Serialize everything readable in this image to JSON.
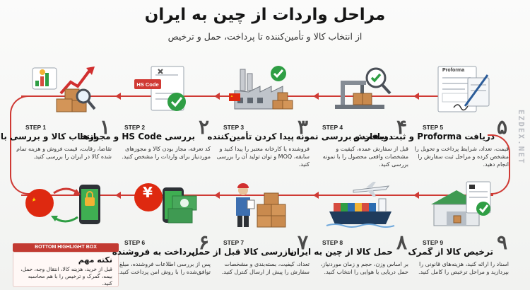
{
  "header": {
    "title": "مراحل واردات از چین به ایران",
    "subtitle": "از انتخاب کالا و تأمین‌کننده تا پرداخت، حمل و ترخیص"
  },
  "watermark": "EZDEX.NET",
  "colors": {
    "accent": "#cf3a34",
    "green": "#2f9e44",
    "box": "#c98a4e"
  },
  "steps": [
    {
      "number": "۱",
      "label": "STEP 1",
      "title": "انتخاب کالا و بررسی بازار",
      "desc": "تقاضا، رقابت، قیمت فروش و هزینه تمام شده کالا در ایران را بررسی کنید.",
      "icon": "market-research-icon"
    },
    {
      "number": "۲",
      "label": "STEP 2",
      "title": "بررسی HS Code و مجوزها",
      "desc": "کد تعرفه، مجاز بودن کالا و مجوزهای موردنیاز برای واردات را مشخص کنید.",
      "icon": "hs-code-document-icon",
      "badge": "HS Code"
    },
    {
      "number": "۳",
      "label": "STEP 3",
      "title": "پیدا کردن تأمین‌کننده",
      "desc": "فروشنده یا کارخانه معتبر را پیدا کنید و سابقه، MOQ و توان تولید آن را بررسی کنید.",
      "icon": "factory-icon"
    },
    {
      "number": "۴",
      "label": "STEP 4",
      "title": "دریافت و بررسی نمونه",
      "desc": "قبل از سفارش عمده، کیفیت و مشخصات واقعی محصول را با نمونه بررسی کنید.",
      "icon": "sample-inspection-icon"
    },
    {
      "number": "۵",
      "label": "STEP 5",
      "title": "دریافت Proforma و ثبت سفارش",
      "desc": "قیمت، تعداد، شرایط پرداخت و تحویل را مشخص کرده و مراحل ثبت سفارش را انجام دهید.",
      "icon": "proforma-invoice-icon",
      "doc_label": "Proforma"
    },
    {
      "number": "۶",
      "label": "STEP 6",
      "title": "پرداخت به فروشنده",
      "desc": "پس از بررسی اطلاعات فروشنده، مبلغ توافق‌شده را با روش امن پرداخت کنید.",
      "icon": "payment-icon",
      "currency": "¥"
    },
    {
      "number": "۷",
      "label": "STEP 7",
      "title": "بازرسی کالا قبل از حمل",
      "desc": "تعداد، کیفیت، بسته‌بندی و مشخصات سفارش را پیش از ارسال کنترل کنید.",
      "icon": "inspector-icon"
    },
    {
      "number": "۸",
      "label": "STEP 8",
      "title": "حمل کالا از چین به ایران",
      "desc": "بر اساس وزن، حجم و زمان موردنیاز، حمل دریایی یا هوایی را انتخاب کنید.",
      "icon": "ship-plane-icon"
    },
    {
      "number": "۹",
      "label": "STEP 9",
      "title": "ترخیص کالا از گمرک",
      "desc": "اسناد را ارائه کنید، هزینه‌های قانونی را بپردازید و مراحل ترخیص را کامل کنید.",
      "icon": "customs-warehouse-icon"
    }
  ],
  "highlight": {
    "tag": "BOTTOM HIGHLIGHT BOX",
    "title": "نکته مهم",
    "desc": "قبل از خرید، هزینه کالا، انتقال وجه، حمل، بیمه، گمرک و ترخیص را با هم محاسبه کنید."
  }
}
